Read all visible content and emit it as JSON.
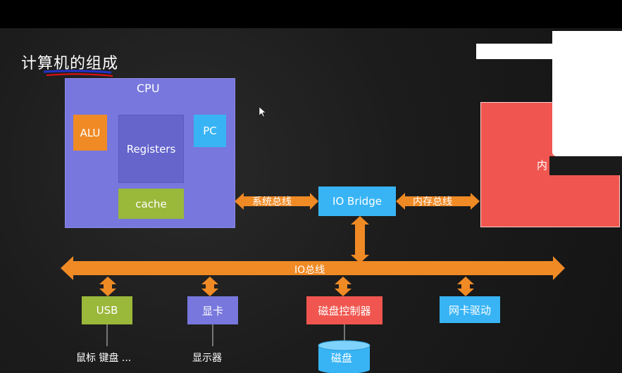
{
  "title": "计算机的组成",
  "cpu": {
    "label": "CPU",
    "alu": "ALU",
    "registers": "Registers",
    "pc": "PC",
    "cache": "cache"
  },
  "io_bridge": "IO Bridge",
  "memory": {
    "label": "内"
  },
  "buses": {
    "system_bus": "系统总线",
    "memory_bus": "内存总线",
    "io_bus": "IO总线"
  },
  "devices": {
    "usb": "USB",
    "usb_caption": "鼠标 键盘 ...",
    "gpu": "显卡",
    "gpu_caption": "显示器",
    "disk_controller": "磁盘控制器",
    "disk": "磁盘",
    "nic_driver": "网卡驱动"
  },
  "colors": {
    "arrow": "#f08a25",
    "cpu": "#7777dd",
    "blue": "#38b4f5",
    "green": "#9ab83a",
    "red": "#f0564f",
    "annotation": "#ee1111",
    "underline": "#2233cc"
  }
}
